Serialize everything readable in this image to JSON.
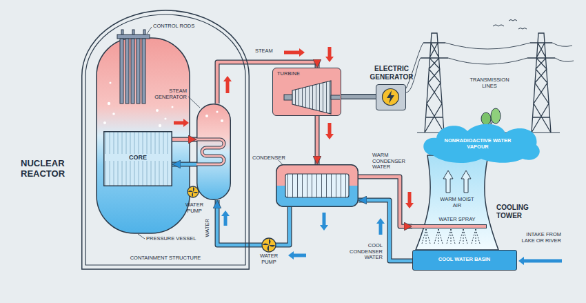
{
  "diagram": {
    "nodes": [
      {
        "text": [
          "CONTAINMENT STRUCTURE"
        ]
      },
      {
        "text": [
          "CORE"
        ],
        "in": 0
      },
      {
        "text": [
          "STEAM GENERATOR"
        ],
        "in": 0
      },
      {
        "text": [
          "TURBINE"
        ]
      },
      {
        "text": [
          "ELECTRIC GENERATOR"
        ]
      },
      {
        "text": [
          "CONDENSER"
        ]
      },
      {
        "text": [
          "NONRADIOACTIVE WATER VAPOUR",
          "WARM MOIST AIR",
          "WATER SPRAY",
          "COOLING TOWER"
        ]
      },
      {
        "text": [
          "COOL WATER BASIN"
        ],
        "in": 6
      }
    ],
    "edges": [
      {
        "from": 2,
        "to": 3,
        "label": "STEAM",
        "arrow": "to"
      },
      {
        "from": 3,
        "to": 5,
        "arrow": "to"
      },
      {
        "from": 5,
        "to": 2,
        "label": "WATER",
        "arrow": "to"
      },
      {
        "from": 5,
        "to": 6,
        "label": "WARM CONDENSER WATER",
        "arrow": "to"
      },
      {
        "from": 7,
        "to": 5,
        "label": "COOL CONDENSER WATER",
        "arrow": "to"
      },
      {
        "from": 3,
        "to": 4,
        "arrow": "none"
      },
      {
        "from": 1,
        "to": 2,
        "arrow": "to"
      },
      {
        "from": 2,
        "to": 1,
        "arrow": "to"
      }
    ],
    "labels": [
      "NUCLEAR REACTOR",
      "CONTROL RODS",
      "WATER PUMP",
      "PRESSURE VESSEL",
      "TRANSMISSION LINES",
      "INTAKE FROM LAKE OR RIVER",
      "WATER PUMP"
    ]
  }
}
